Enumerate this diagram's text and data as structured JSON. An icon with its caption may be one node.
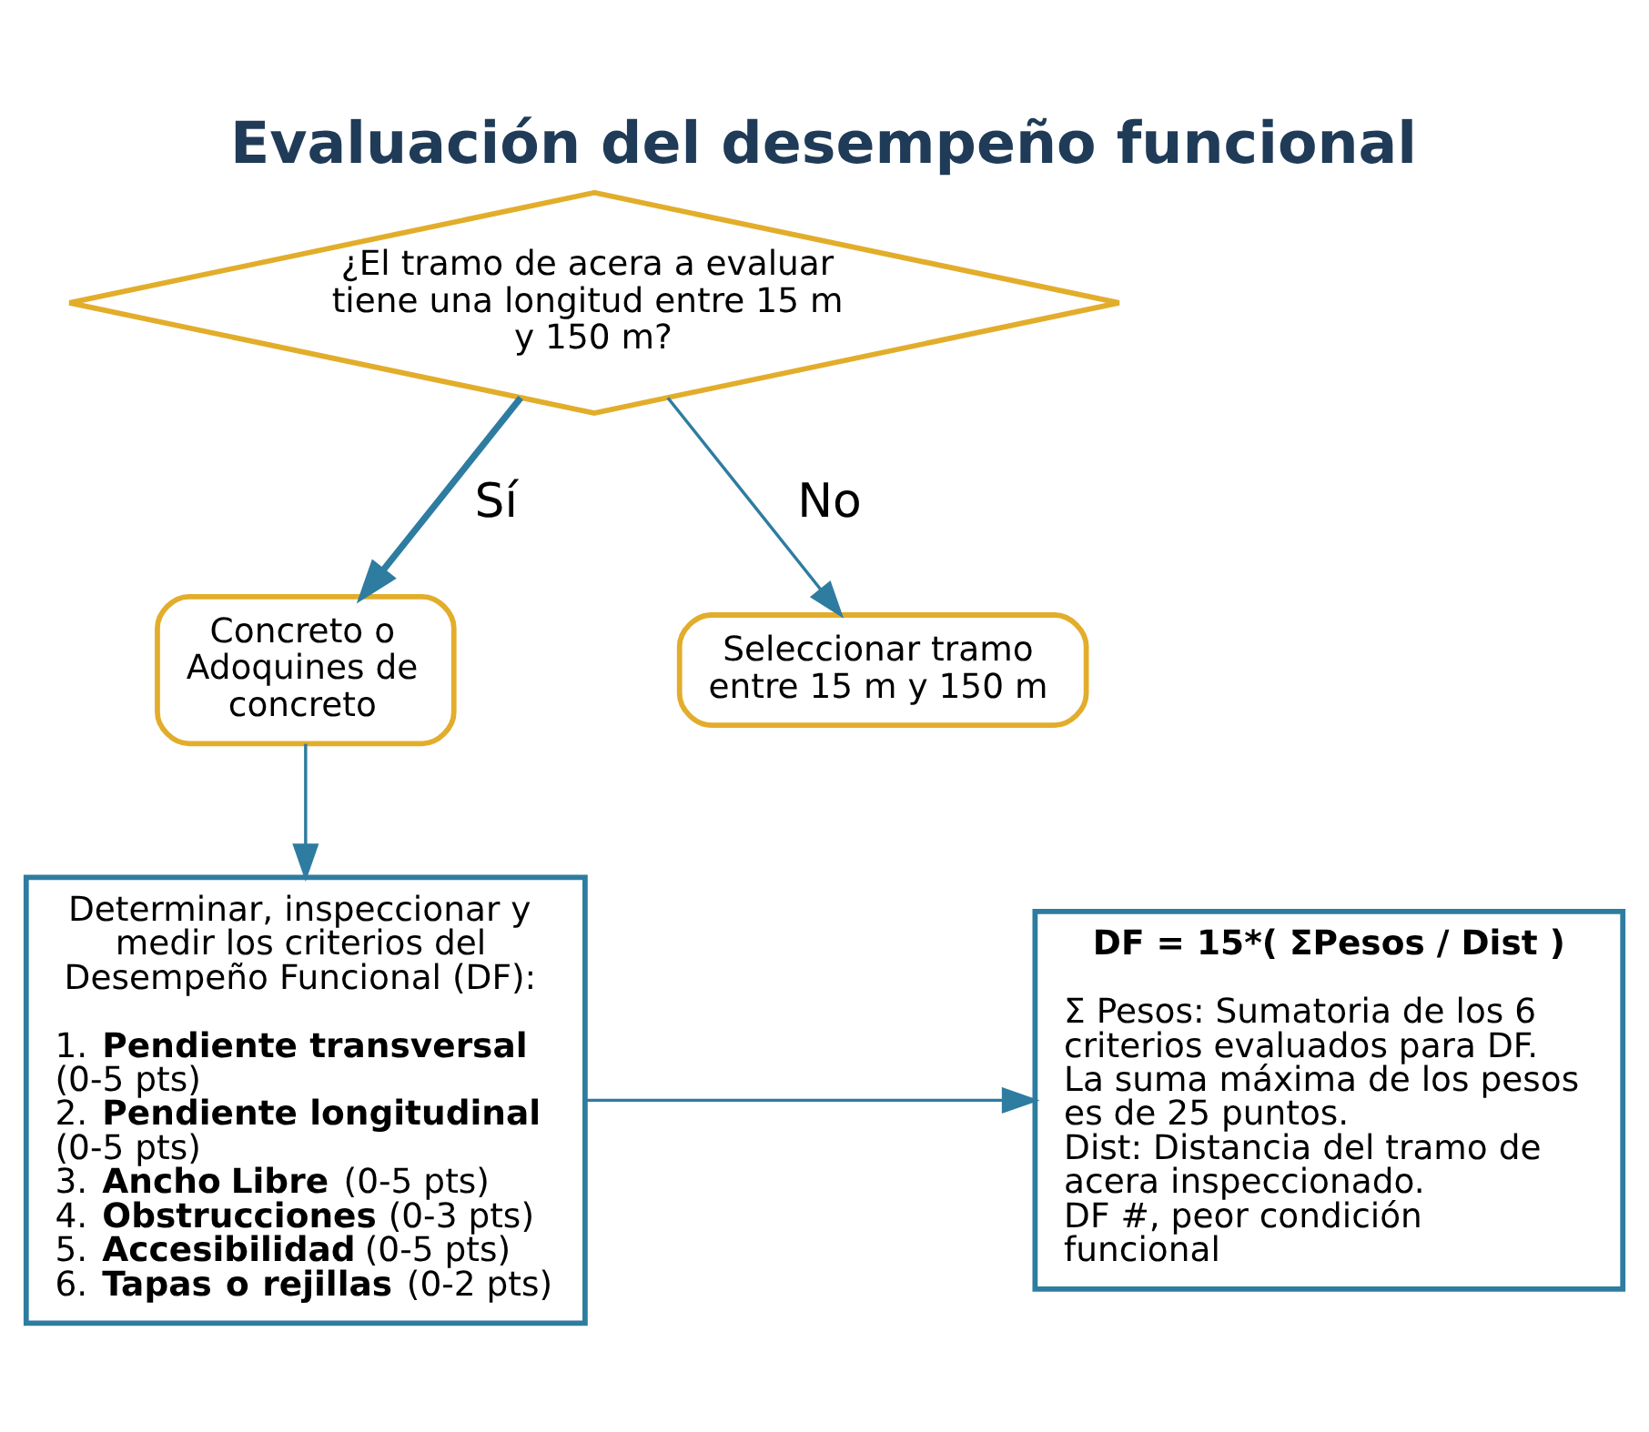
{
  "diagram": {
    "title": "Evaluación del desempeño funcional",
    "nodes": [
      {
        "text": [
          "¿El tramo de acera a evaluar tiene una longitud entre 15 m y 150 m?"
        ]
      },
      {
        "text": [
          "Concreto o Adoquines de concreto"
        ]
      },
      {
        "text": [
          "Seleccionar tramo entre 15 m y 150 m"
        ]
      },
      {
        "text": [
          "Determinar, inspeccionar y medir los criterios del Desempeño Funcional (DF):",
          "1. **Pendiente transversal** (0-5 pts)",
          "2. **Pendiente longitudinal** (0-5 pts)",
          "3. **Ancho Libre** (0-5 pts)",
          "4. **Obstrucciones** (0-3 pts)",
          "5. **Accesibilidad** (0-5 pts)",
          "6. **Tapas o rejillas** (0-2 pts)"
        ]
      },
      {
        "text": [
          "DF = 15*( ΣPesos / Dist )",
          "Σ Pesos: Sumatoria de los 6 criterios evaluados para DF. La suma máxima de los pesos es de 25 puntos.",
          "Dist: Distancia del tramo de acera inspeccionado.",
          "DF #, peor condición funcional"
        ]
      }
    ],
    "edges": [
      {
        "from": 0,
        "to": 1,
        "arrow": "to",
        "label": "Sí",
        "style": "thick"
      },
      {
        "from": 0,
        "to": 2,
        "arrow": "to",
        "label": "No"
      },
      {
        "from": 1,
        "to": 3,
        "arrow": "to"
      },
      {
        "from": 3,
        "to": 4,
        "arrow": "to"
      }
    ]
  }
}
